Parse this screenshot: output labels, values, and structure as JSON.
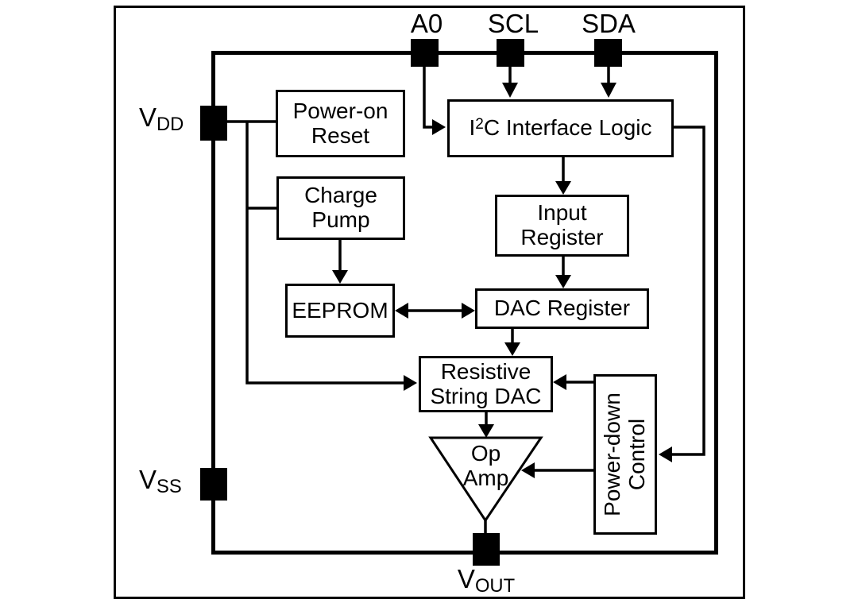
{
  "colors": {
    "ink": "#000000",
    "background": "#ffffff"
  },
  "pins": {
    "a0": {
      "label": "A0"
    },
    "scl": {
      "label": "SCL"
    },
    "sda": {
      "label": "SDA"
    },
    "vdd": {
      "base": "V",
      "sub": "DD"
    },
    "vss": {
      "base": "V",
      "sub": "SS"
    },
    "vout": {
      "base": "V",
      "sub": "OUT"
    }
  },
  "blocks": {
    "power_on_reset": {
      "line1": "Power-on",
      "line2": "Reset"
    },
    "charge_pump": {
      "line1": "Charge",
      "line2": "Pump"
    },
    "i2c_interface_logic": {
      "pre": "I",
      "sup": "2",
      "post": "C Interface Logic"
    },
    "input_register": {
      "line1": "Input",
      "line2": "Register"
    },
    "dac_register": {
      "label": "DAC Register"
    },
    "eeprom": {
      "label": "EEPROM"
    },
    "resistive_string_dac": {
      "line1": "Resistive",
      "line2": "String DAC"
    },
    "op_amp": {
      "line1": "Op",
      "line2": "Amp"
    },
    "power_down_control": {
      "line1": "Power-down",
      "line2": "Control"
    }
  }
}
